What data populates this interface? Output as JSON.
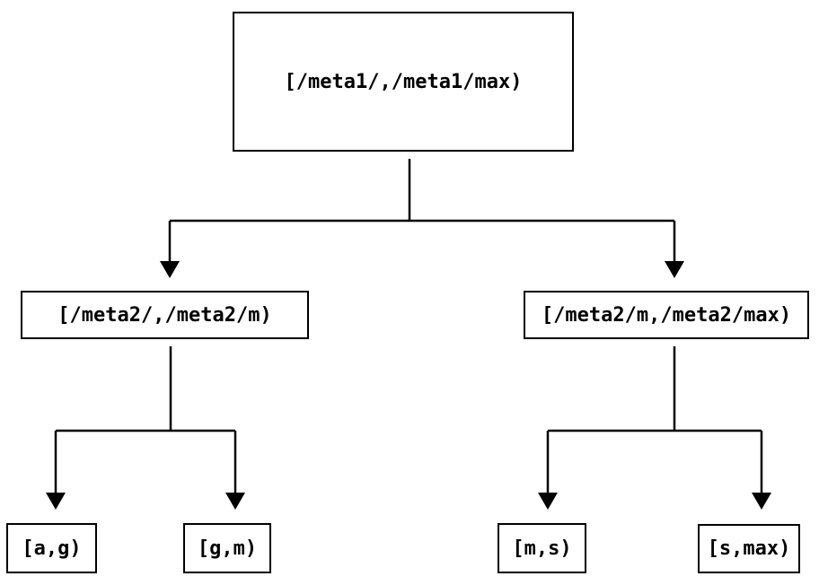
{
  "diagram": {
    "type": "tree",
    "colors": {
      "background": "#ffffff",
      "line": "#000000",
      "text": "#000000",
      "node_fill": "#ffffff"
    },
    "nodes": {
      "root": {
        "label": "[/meta1/,/meta1/max)"
      },
      "left": {
        "label": "[/meta2/,/meta2/m)"
      },
      "right": {
        "label": "[/meta2/m,/meta2/max)"
      },
      "leaf_ag": {
        "label": "[a,g)"
      },
      "leaf_gm": {
        "label": "[g,m)"
      },
      "leaf_ms": {
        "label": "[m,s)"
      },
      "leaf_smax": {
        "label": "[s,max)"
      }
    },
    "edges": [
      {
        "from": "[/meta1/,/meta1/max)",
        "to": "[/meta2/,/meta2/m)"
      },
      {
        "from": "[/meta1/,/meta1/max)",
        "to": "[/meta2/m,/meta2/max)"
      },
      {
        "from": "[/meta2/,/meta2/m)",
        "to": "[a,g)"
      },
      {
        "from": "[/meta2/,/meta2/m)",
        "to": "[g,m)"
      },
      {
        "from": "[/meta2/m,/meta2/max)",
        "to": "[m,s)"
      },
      {
        "from": "[/meta2/m,/meta2/max)",
        "to": "[s,max)"
      }
    ]
  }
}
